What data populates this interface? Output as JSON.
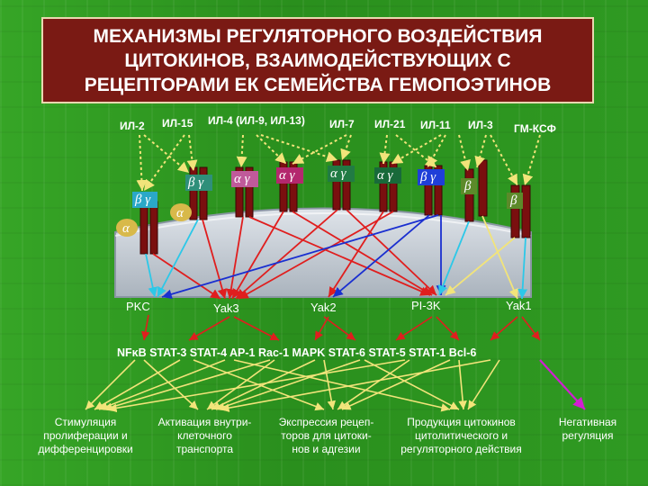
{
  "title": "МЕХАНИЗМЫ РЕГУЛЯТОРНОГО ВОЗДЕЙСТВИЯ\nЦИТОКИНОВ, ВЗАИМОДЕЙСТВУЮЩИХ С\nРЕЦЕПТОРАМИ ЕК СЕМЕЙСТВА ГЕМОПОЭТИНОВ",
  "cytokines": [
    "ИЛ-2",
    "ИЛ-15",
    "ИЛ-4 (ИЛ-9, ИЛ-13)",
    "ИЛ-7",
    "ИЛ-21",
    "ИЛ-11",
    "ИЛ-3",
    "ГМ-КСФ"
  ],
  "chains": {
    "il2_low": "β γ",
    "il2_alpha": "α",
    "il15_alpha": "α",
    "r_il15": "β γ",
    "r_il4": "α γ",
    "r_il7": "α γ",
    "r_il21": "α γ",
    "r_il11": "α γ",
    "r_il3": "β γ",
    "r_gm1": "β",
    "r_gm2": "β"
  },
  "kinases": [
    "PKC",
    "Yak3",
    "Yak2",
    "PI-3K",
    "Yak1"
  ],
  "factors": "NFκB STAT-3 STAT-4 AP-1 Rac-1 MAPK STAT-6 STAT-5 STAT-1 Bcl-6",
  "outcomes": [
    "Стимуляция\nпролиферации и\nдифференцировки",
    "Активация внутри-\nклеточного\nтранспорта",
    "Экспрессия рецеп-\nторов для цитоки-\nнов и адгезии",
    "Продукция цитокинов\nцитолитического и\nрегуляторного действия",
    "Негативная\nрегуляция"
  ],
  "colors": {
    "background": "#2e9a21",
    "title_box": "#7a1a14",
    "cell": "#c9cfd6",
    "receptor": "#7a0f0f",
    "arrow_yellow": "#f2e47a",
    "arrow_red": "#e01e1e",
    "arrow_blue": "#1a2fd0",
    "arrow_cyan": "#2cc8e8",
    "arrow_magenta": "#d21ed2"
  }
}
